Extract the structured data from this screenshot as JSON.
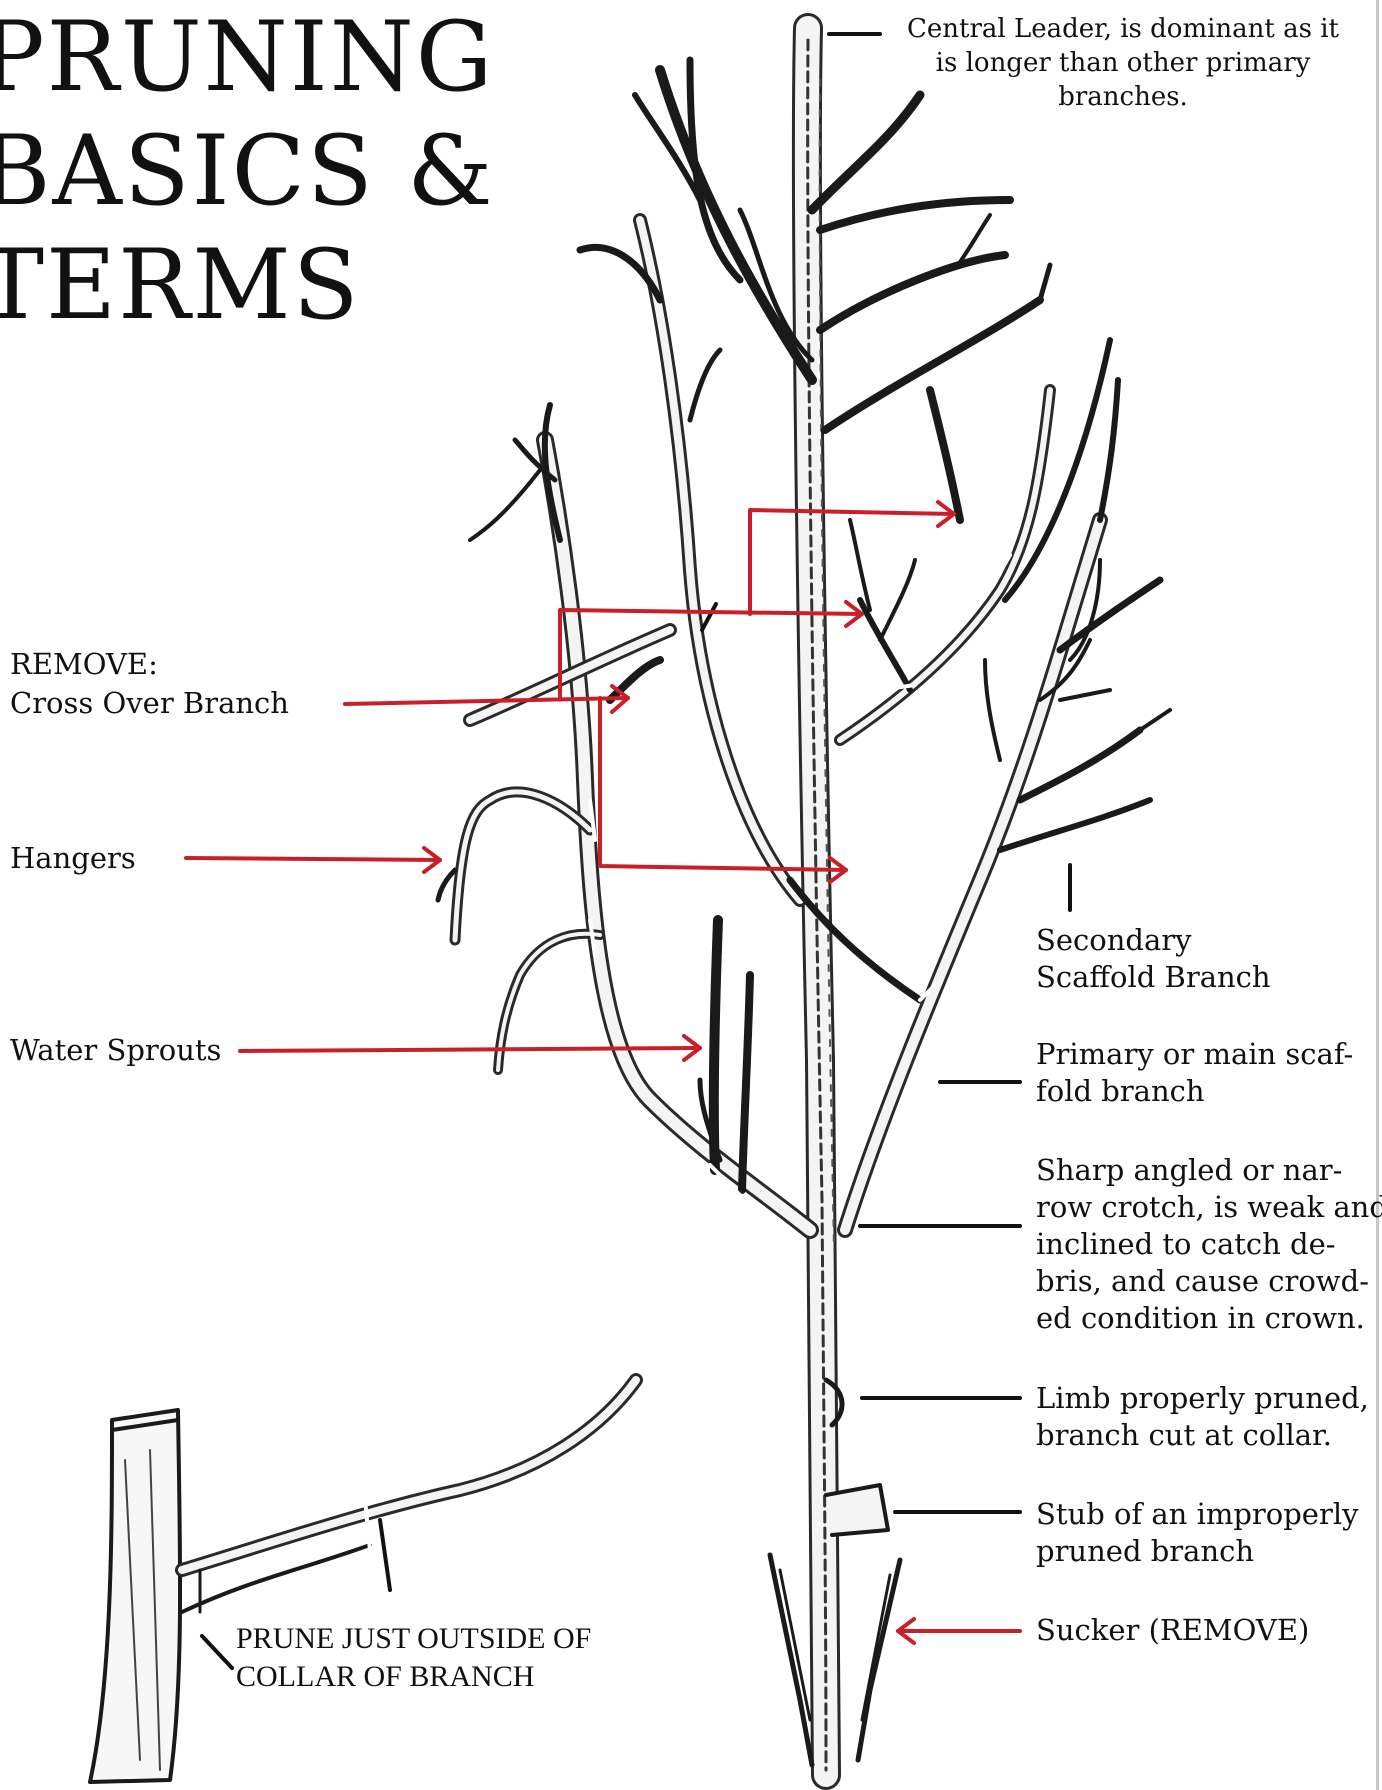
{
  "title": {
    "lines": [
      "PRUNING",
      "BASICS &",
      "TERMS"
    ]
  },
  "labels_left": {
    "remove_heading": "REMOVE:",
    "cross_over": "Cross Over Branch",
    "hangers": "Hangers",
    "water_sprouts": "Water Sprouts"
  },
  "labels_right": {
    "central_leader": [
      "Central Leader, is dominant as it",
      "is longer than other primary",
      "branches."
    ],
    "secondary_scaffold": [
      "Secondary",
      "Scaffold Branch"
    ],
    "primary_scaffold": [
      "Primary or main scaf-",
      "fold branch"
    ],
    "sharp_crotch": [
      "Sharp angled or nar-",
      "row crotch, is weak and",
      "inclined to catch de-",
      "bris, and cause crowd-",
      "ed condition in crown."
    ],
    "limb_pruned": [
      "Limb properly pruned,",
      "branch cut at collar."
    ],
    "stub": [
      "Stub of an improperly",
      "pruned branch"
    ],
    "sucker": "Sucker (REMOVE)"
  },
  "caption": [
    "PRUNE JUST OUTSIDE OF",
    "COLLAR OF BRANCH"
  ],
  "colors": {
    "arrow": "#c8202a",
    "ink": "#111111",
    "cut_mark": "#ffffff"
  }
}
